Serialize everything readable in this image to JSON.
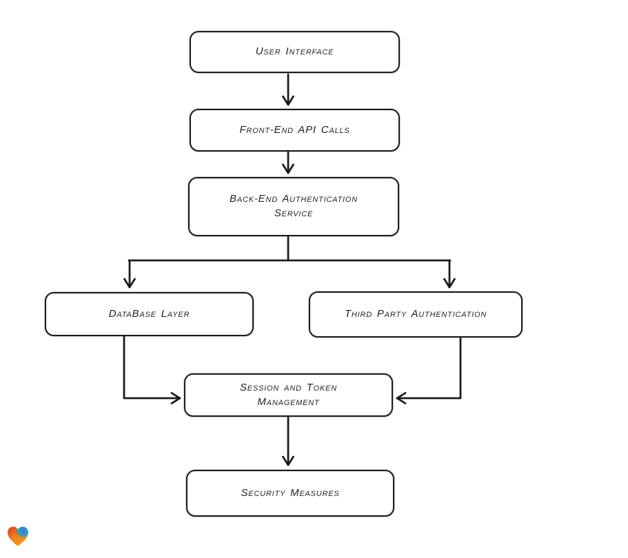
{
  "canvas": {
    "background": "#ffffff",
    "line_color": "#1b1b1b",
    "node_fill": "#ffffff",
    "text_color": "#1f1f1f"
  },
  "diagram": {
    "type": "flowchart",
    "nodes": [
      {
        "id": "user-interface",
        "label": "User Interface"
      },
      {
        "id": "front-end-api-calls",
        "label": "Front-End API Calls"
      },
      {
        "id": "back-end-authentication-service",
        "label": "Back-End Authentication Service"
      },
      {
        "id": "database-layer",
        "label": "DataBase Layer"
      },
      {
        "id": "third-party-authentication",
        "label": "Third Party Authentication"
      },
      {
        "id": "session-and-token-management",
        "label": "Session and Token Management"
      },
      {
        "id": "security-measures",
        "label": "Security Measures"
      }
    ],
    "edges": [
      {
        "from": "user-interface",
        "to": "front-end-api-calls"
      },
      {
        "from": "front-end-api-calls",
        "to": "back-end-authentication-service"
      },
      {
        "from": "back-end-authentication-service",
        "to": "database-layer"
      },
      {
        "from": "back-end-authentication-service",
        "to": "third-party-authentication"
      },
      {
        "from": "database-layer",
        "to": "session-and-token-management"
      },
      {
        "from": "third-party-authentication",
        "to": "session-and-token-management"
      },
      {
        "from": "session-and-token-management",
        "to": "security-measures"
      }
    ]
  },
  "badge": {
    "icon": "gradient-heart-icon",
    "colors": {
      "red": "#e63226",
      "orange_mid": "#ef7d1e",
      "orange": "#f8a01c",
      "blue": "#2e7fd6",
      "teal": "#2e9ad0",
      "green": "#46a054"
    }
  }
}
